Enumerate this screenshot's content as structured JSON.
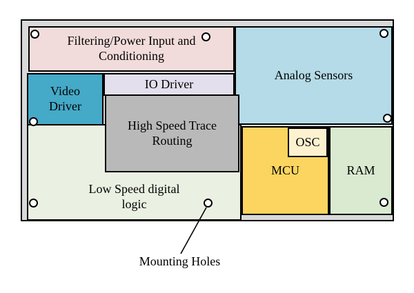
{
  "board": {
    "background_color": "#d9d9d9",
    "mounting_hole_count": 8
  },
  "blocks": {
    "filtering": {
      "label": "Filtering/Power Input and Conditioning",
      "color": "#f2dcdb"
    },
    "analog_sensors": {
      "label": "Analog Sensors",
      "color": "#b4dbe7"
    },
    "video_driver": {
      "label": "Video Driver",
      "color": "#45a9c8"
    },
    "io_driver": {
      "label": "IO Driver",
      "color": "#e4dfec"
    },
    "high_speed_trace_routing": {
      "label": "High Speed Trace Routing",
      "color": "#b9b9b9"
    },
    "low_speed_digital_logic": {
      "label": "Low Speed digital logic",
      "color": "#eaf1e2"
    },
    "mcu": {
      "label": "MCU",
      "color": "#fbd55f"
    },
    "osc": {
      "label": "OSC",
      "color": "#fdf2d0"
    },
    "ram": {
      "label": "RAM",
      "color": "#d9ead0"
    }
  },
  "annotation": {
    "label": "Mounting Holes"
  }
}
